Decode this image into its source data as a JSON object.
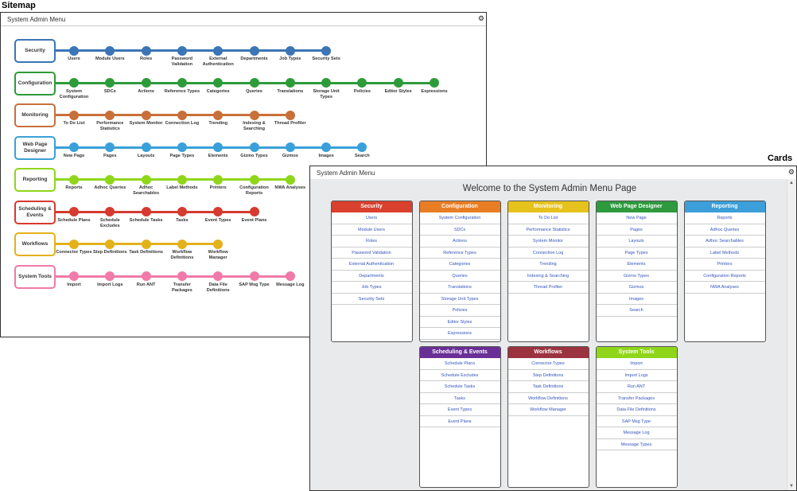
{
  "labels": {
    "sitemap": "Sitemap",
    "cards": "Cards"
  },
  "sitemap": {
    "window_title": "System Admin Menu",
    "categories": [
      {
        "name": "Security",
        "color": "#3b75b5",
        "items": [
          "Users",
          "Module Users",
          "Roles",
          "Password Validation",
          "External Authentication",
          "Departments",
          "Job Types",
          "Security Sets"
        ]
      },
      {
        "name": "Configuration",
        "color": "#2e9b3a",
        "items": [
          "System Configuration",
          "SDCs",
          "Actions",
          "Reference Types",
          "Categories",
          "Queries",
          "Translations",
          "Storage Unit Types",
          "Policies",
          "Editor Styles",
          "Expressions"
        ]
      },
      {
        "name": "Monitoring",
        "color": "#c8703a",
        "items": [
          "To Do List",
          "Performance Statistics",
          "System Monitor",
          "Connection Log",
          "Trending",
          "Indexing & Searching",
          "Thread Profiler"
        ]
      },
      {
        "name": "Web Page Designer",
        "color": "#3aa0d9",
        "items": [
          "New Page",
          "Pages",
          "Layouts",
          "Page Types",
          "Elements",
          "Gizmo Types",
          "Gizmos",
          "Images",
          "Search"
        ]
      },
      {
        "name": "Reporting",
        "color": "#8fd61a",
        "items": [
          "Reports",
          "Adhoc Queries",
          "Adhoc Searchables",
          "Label Methods",
          "Printers",
          "Configuration Reports",
          "NWA Analyses"
        ]
      },
      {
        "name": "Scheduling & Events",
        "color": "#d63a30",
        "items": [
          "Schedule Plans",
          "Schedule Excludes",
          "Schedule Tasks",
          "Tasks",
          "Event Types",
          "Event Plans"
        ]
      },
      {
        "name": "Workflows",
        "color": "#e3b21a",
        "items": [
          "Connector Types",
          "Step Definitions",
          "Task Definitions",
          "Workflow Definitions",
          "Workflow Manager"
        ]
      },
      {
        "name": "System Tools",
        "color": "#f07aa8",
        "items": [
          "Import",
          "Import Logs",
          "Run ANT",
          "Transfer Packages",
          "Data File Definitions",
          "SAP Msg Type",
          "Message Log"
        ]
      }
    ]
  },
  "cards": {
    "window_title": "System Admin Menu",
    "welcome": "Welcome to the System Admin Menu Page",
    "top_row": [
      {
        "title": "Security",
        "color": "#d9402e",
        "items": [
          "Users",
          "Module Users",
          "Roles",
          "Password Validation",
          "External Authentication",
          "Departments",
          "Job Types",
          "Security Sets"
        ]
      },
      {
        "title": "Configuration",
        "color": "#e97d24",
        "items": [
          "System Configuration",
          "SDCs",
          "Actions",
          "Reference Types",
          "Categories",
          "Queries",
          "Translations",
          "Storage Unit Types",
          "Policies",
          "Editor Styles",
          "Expressions"
        ]
      },
      {
        "title": "Monitoring",
        "color": "#e6c21c",
        "items": [
          "To Do List",
          "Performance Statistics",
          "System Monitor",
          "Connection Log",
          "Trending",
          "Indexing & Searching",
          "Thread Profiler"
        ]
      },
      {
        "title": "Web Page Designer",
        "color": "#2e9a3e",
        "items": [
          "New Page",
          "Pages",
          "Layouts",
          "Page Types",
          "Elements",
          "Gizmo Types",
          "Gizmos",
          "Images",
          "Search"
        ]
      },
      {
        "title": "Reporting",
        "color": "#3c9fd9",
        "items": [
          "Reports",
          "Adhoc Queries",
          "Adhoc Searchables",
          "Label Methods",
          "Printers",
          "Configuration Reports",
          "NWA Analyses"
        ]
      }
    ],
    "bottom_row": [
      {
        "title": "Scheduling & Events",
        "color": "#6a2f96",
        "items": [
          "Schedule Plans",
          "Schedule Excludes",
          "Schedule Tasks",
          "Tasks",
          "Event Types",
          "Event Plans"
        ]
      },
      {
        "title": "Workflows",
        "color": "#9c3440",
        "items": [
          "Connector Types",
          "Step Definitions",
          "Task Definitions",
          "Workflow Definitions",
          "Workflow Manager"
        ]
      },
      {
        "title": "System Tools",
        "color": "#8fd61a",
        "items": [
          "Import",
          "Import Logs",
          "Run ANT",
          "Transfer Packages",
          "Data File Definitions",
          "SAP Msg Type",
          "Message Log",
          "Message Types"
        ]
      }
    ]
  }
}
